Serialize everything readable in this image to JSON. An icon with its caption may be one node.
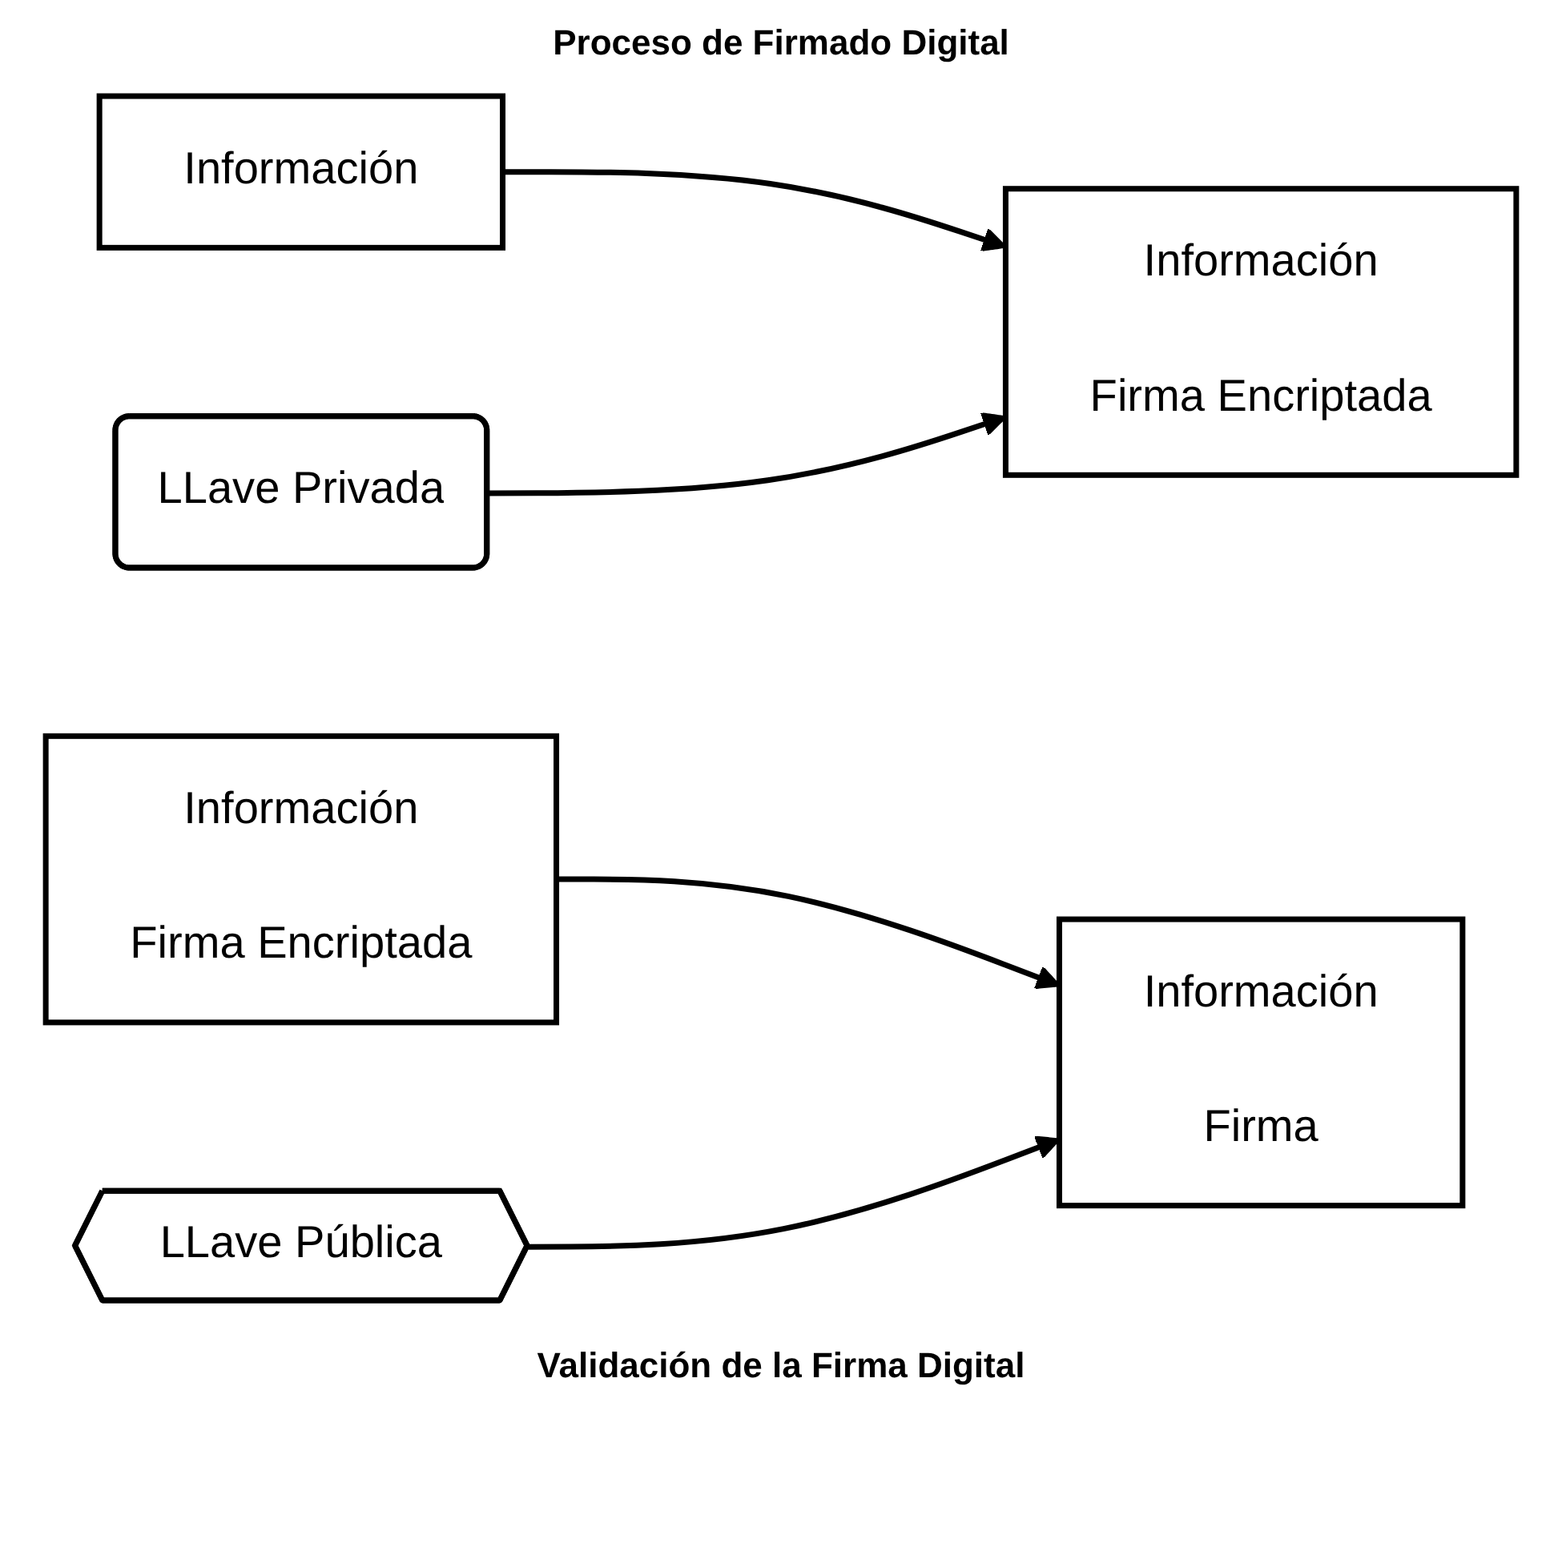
{
  "diagram": {
    "title": "Proceso de Firmado Digital",
    "nodes": [
      {
        "text": [
          "Información"
        ]
      },
      {
        "text": [
          "LLave Privada"
        ]
      },
      {
        "text": [
          "Información",
          "Firma Encriptada"
        ]
      },
      {
        "text": [
          "Información",
          "Firma Encriptada"
        ]
      },
      {
        "text": [
          "Información",
          "Firma"
        ]
      },
      {
        "text": [
          "LLave Pública"
        ]
      }
    ],
    "edges": [
      {
        "from": 0,
        "to": 2,
        "arrow": "to"
      },
      {
        "from": 1,
        "to": 2,
        "arrow": "to"
      },
      {
        "from": 3,
        "to": 4,
        "arrow": "to"
      },
      {
        "from": 5,
        "to": 4,
        "arrow": "to"
      }
    ],
    "labels": [
      "Validación de la Firma Digital"
    ]
  }
}
